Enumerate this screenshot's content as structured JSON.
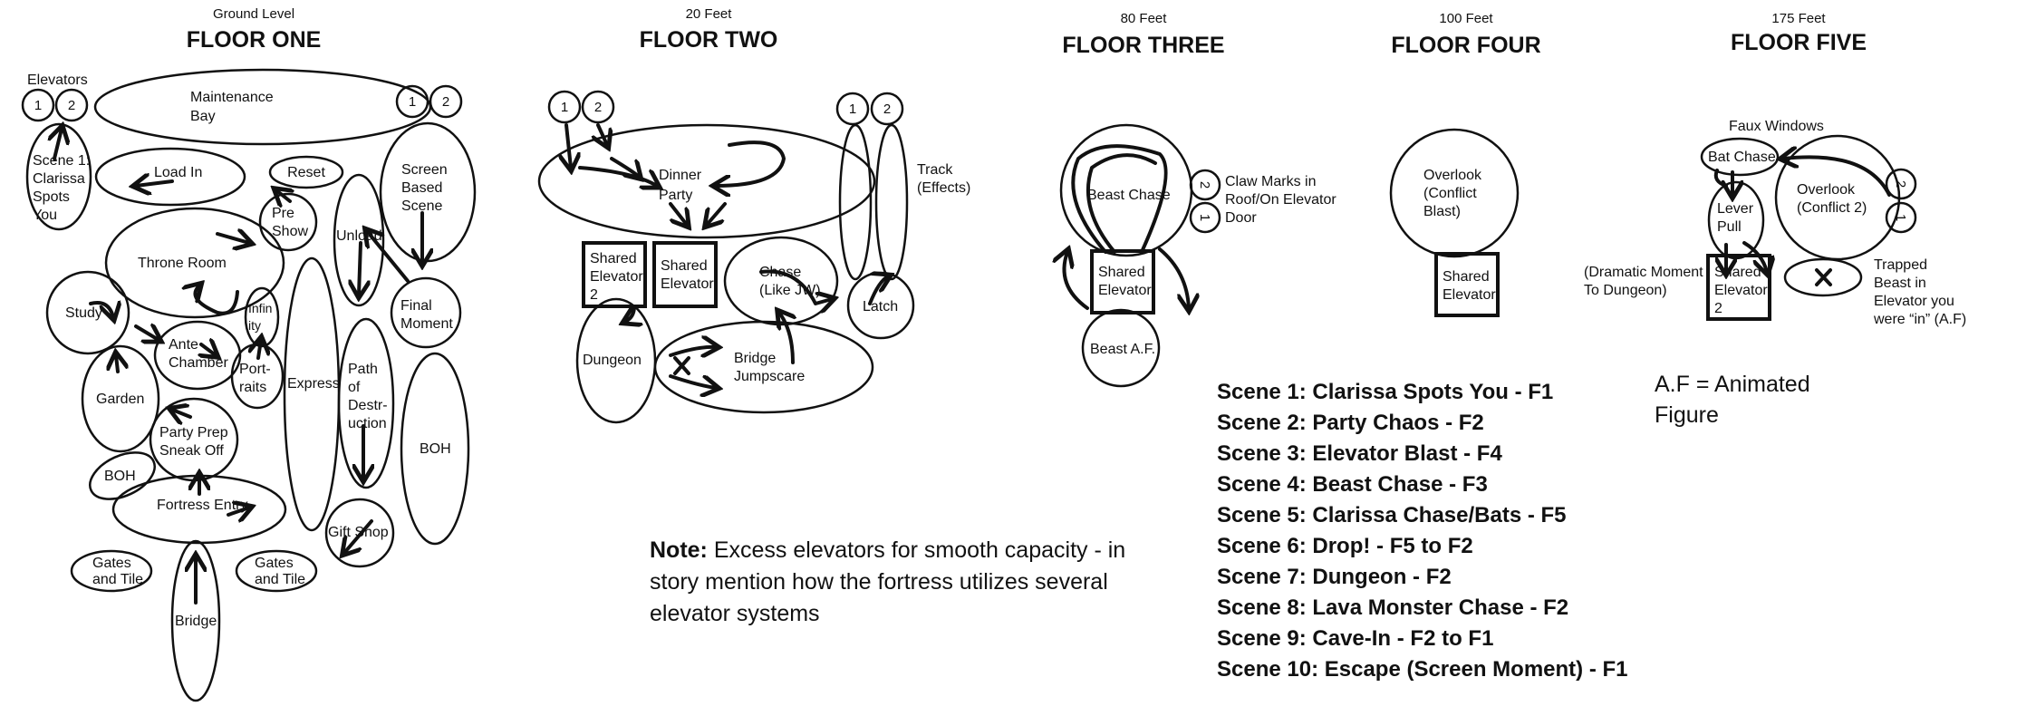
{
  "floors": [
    {
      "height": "Ground Level",
      "title": "FLOOR ONE"
    },
    {
      "height": "20 Feet",
      "title": "FLOOR TWO"
    },
    {
      "height": "80 Feet",
      "title": "FLOOR THREE"
    },
    {
      "height": "100 Feet",
      "title": "FLOOR FOUR"
    },
    {
      "height": "175 Feet",
      "title": "FLOOR FIVE"
    }
  ],
  "floor1": {
    "elevators_label": "Elevators",
    "elev_1": "1",
    "elev_2": "2",
    "elev_r1": "1",
    "elev_r2": "2",
    "maintenance": [
      "Maintenance",
      "Bay"
    ],
    "scene1": [
      "Scene 1:",
      "Clarissa",
      "Spots",
      "You"
    ],
    "load_in": "Load In",
    "reset": "Reset",
    "screen_based": [
      "Screen",
      "Based",
      "Scene"
    ],
    "pre_show": [
      "Pre",
      "Show"
    ],
    "unload": "Unload",
    "throne_room": "Throne Room",
    "final_moment": [
      "Final",
      "Moment"
    ],
    "study": "Study",
    "infinity": [
      "Infin",
      "ity"
    ],
    "ante_chamber": [
      "Ante",
      "Chamber"
    ],
    "portraits": [
      "Port-",
      "raits"
    ],
    "express": "Express",
    "path": [
      "Path",
      "of",
      "Destr-",
      "uction"
    ],
    "garden": "Garden",
    "party_prep": [
      "Party Prep",
      "Sneak Off"
    ],
    "boh_small": "BOH",
    "boh_large": "BOH",
    "fortress_entry": "Fortress Entry",
    "gift_shop": "Gift Shop",
    "gates_left": [
      "Gates",
      "and Tile"
    ],
    "gates_right": [
      "Gates",
      "and Tile"
    ],
    "bridge": "Bridge"
  },
  "floor2": {
    "elev_1": "1",
    "elev_2": "2",
    "elev_r1": "1",
    "elev_r2": "2",
    "dinner_party": [
      "Dinner",
      "Party"
    ],
    "track": [
      "Track",
      "(Effects)"
    ],
    "shared_elevator_2": [
      "Shared",
      "Elevator",
      "2"
    ],
    "shared_elevator": [
      "Shared",
      "Elevator"
    ],
    "chase": [
      "Chase",
      "(Like JW)"
    ],
    "latch": "Latch",
    "dungeon": "Dungeon",
    "bridge_jumpscare": [
      "Bridge",
      "Jumpscare"
    ]
  },
  "floor3": {
    "beast_chase": "Beast Chase",
    "elev_1": "1",
    "elev_2": "2",
    "claw_marks": [
      "Claw Marks in",
      "Roof/On Elevator",
      "Door"
    ],
    "shared_elevator": [
      "Shared",
      "Elevator"
    ],
    "beast_af": "Beast A.F."
  },
  "floor4": {
    "overlook": [
      "Overlook",
      "(Conflict",
      "Blast)"
    ],
    "shared_elevator": [
      "Shared",
      "Elevator"
    ]
  },
  "floor5": {
    "faux_windows": "Faux Windows",
    "bat_chase": "Bat Chase",
    "overlook": [
      "Overlook",
      "(Conflict 2)"
    ],
    "elev_1": "1",
    "elev_2": "2",
    "lever_pull": [
      "Lever",
      "Pull"
    ],
    "dramatic": [
      "(Dramatic Moment",
      "To Dungeon)"
    ],
    "shared_elevator_2": [
      "Shared",
      "Elevator",
      "2"
    ],
    "trapped": [
      "Trapped",
      "Beast in",
      "Elevator you",
      "were “in” (A.F)"
    ]
  },
  "note": {
    "bold": "Note:",
    "lines": [
      "Excess elevators for smooth capacity - in",
      "story mention how the fortress utilizes several",
      "elevator systems"
    ]
  },
  "scenes": [
    "Scene 1: Clarissa Spots You - F1",
    "Scene 2: Party Chaos - F2",
    "Scene 3: Elevator Blast - F4",
    "Scene 4: Beast Chase - F3",
    "Scene 5: Clarissa Chase/Bats - F5",
    "Scene 6: Drop! - F5 to F2",
    "Scene 7: Dungeon - F2",
    "Scene 8: Lava Monster Chase - F2",
    "Scene 9: Cave-In - F2 to F1",
    "Scene  10: Escape (Screen Moment) - F1"
  ],
  "af_note": [
    "A.F = Animated",
    "Figure"
  ]
}
